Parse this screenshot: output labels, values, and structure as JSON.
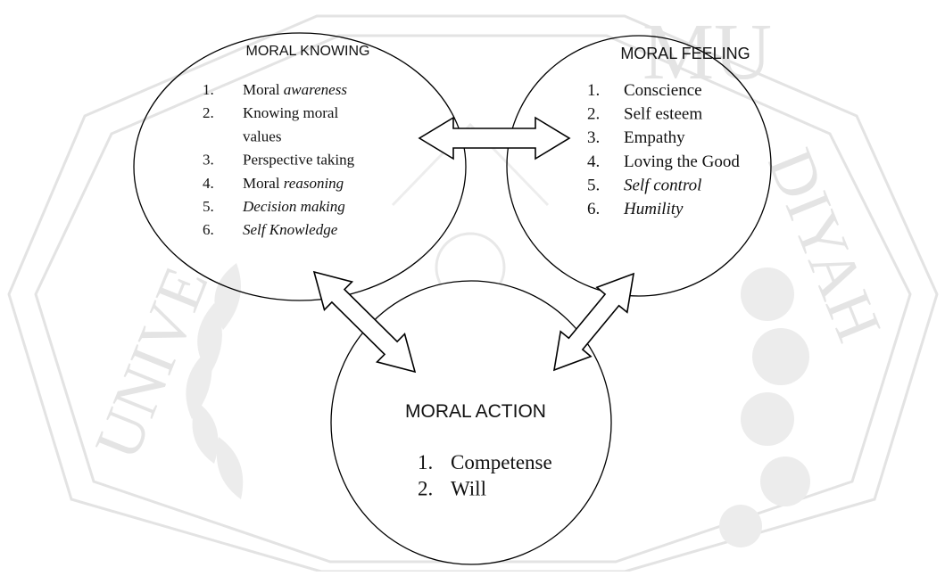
{
  "watermark": {
    "text_top": "MU",
    "text_left": "UNIVE",
    "text_right": "DIYAH",
    "color": "#e6e6e6"
  },
  "diagram": {
    "moral_knowing": {
      "title": "MORAL KNOWING",
      "items": [
        {
          "num": "1.",
          "parts": [
            {
              "t": "Moral "
            },
            {
              "t": "awareness",
              "i": true
            }
          ]
        },
        {
          "num": "2.",
          "parts": [
            {
              "t": "Knowing moral"
            }
          ]
        },
        {
          "num": "",
          "parts": [
            {
              "t": "values"
            }
          ]
        },
        {
          "num": "3.",
          "parts": [
            {
              "t": "Perspective taking"
            }
          ]
        },
        {
          "num": "4.",
          "parts": [
            {
              "t": "Moral "
            },
            {
              "t": "reasoning",
              "i": true
            }
          ]
        },
        {
          "num": "5.",
          "parts": [
            {
              "t": "Decision making",
              "i": true
            }
          ]
        },
        {
          "num": "6.",
          "parts": [
            {
              "t": "Self Knowledge",
              "i": true
            }
          ]
        }
      ]
    },
    "moral_feeling": {
      "title": "MORAL FEELING",
      "items": [
        {
          "num": "1.",
          "parts": [
            {
              "t": "Conscience"
            }
          ]
        },
        {
          "num": "2.",
          "parts": [
            {
              "t": "Self esteem"
            }
          ]
        },
        {
          "num": "3.",
          "parts": [
            {
              "t": "Empathy"
            }
          ]
        },
        {
          "num": "4.",
          "parts": [
            {
              "t": "Loving the Good"
            }
          ]
        },
        {
          "num": "5.",
          "parts": [
            {
              "t": "Self control",
              "i": true
            }
          ]
        },
        {
          "num": "6.",
          "parts": [
            {
              "t": "Humility",
              "i": true
            }
          ]
        }
      ]
    },
    "moral_action": {
      "title": "MORAL ACTION",
      "items": [
        {
          "num": "1.",
          "parts": [
            {
              "t": "Competense"
            }
          ]
        },
        {
          "num": "2.",
          "parts": [
            {
              "t": "Will"
            }
          ]
        }
      ]
    },
    "stroke_color": "#000000"
  }
}
